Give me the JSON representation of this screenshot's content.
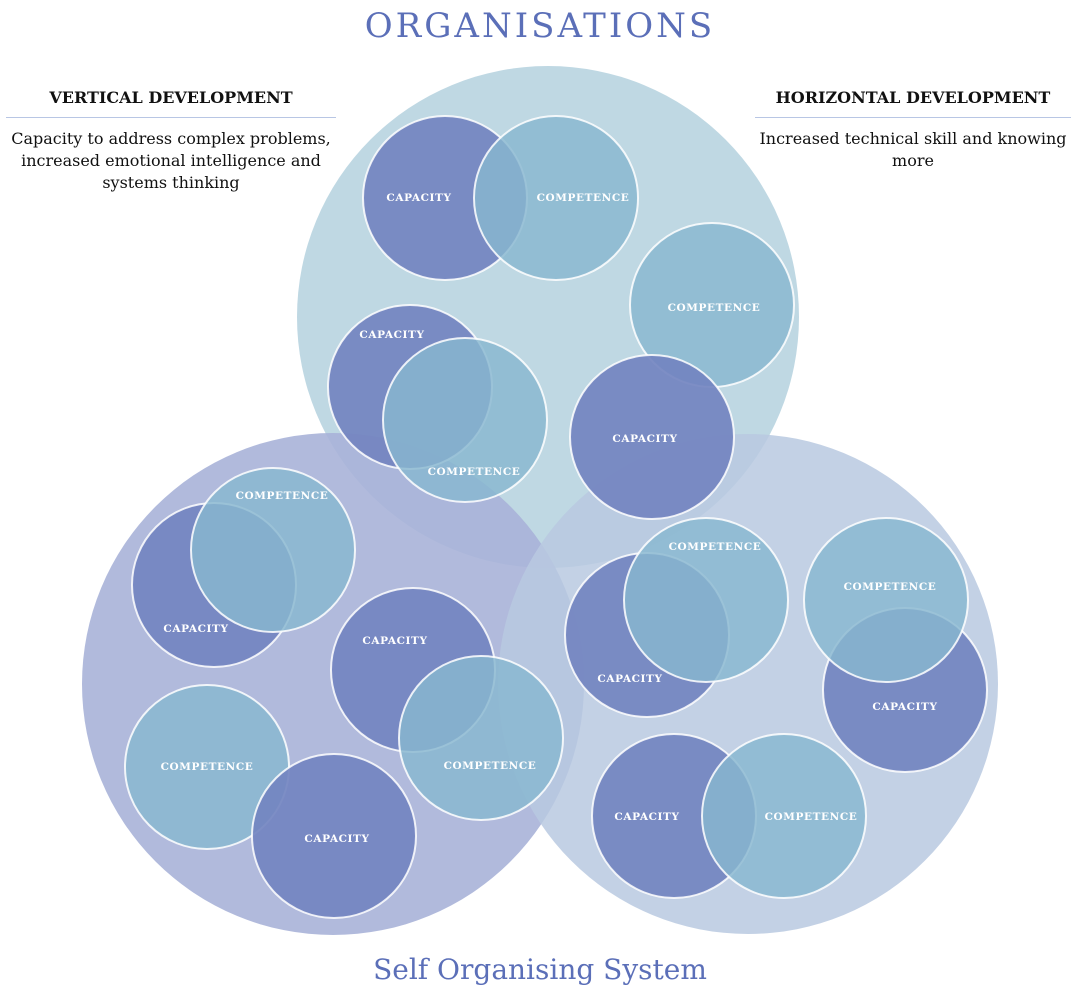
{
  "title_top": "ORGANISATIONS",
  "title_bottom": "Self Organising System",
  "vertical": {
    "heading": "VERTICAL DEVELOPMENT",
    "text": "Capacity to address complex problems, increased emotional intelligence and systems thinking"
  },
  "horizontal": {
    "heading": "HORIZONTAL DEVELOPMENT",
    "text": "Increased technical skill and knowing more"
  },
  "labels": {
    "capacity": "CAPACITY",
    "competence": "COMPETENCE"
  },
  "colors": {
    "capacity": "#7384c0",
    "competence": "#87b7cf",
    "org": "#bcd6e2",
    "left": "#a9b3d8",
    "right": "#b9c9e0",
    "title": "#5b6fb8"
  }
}
